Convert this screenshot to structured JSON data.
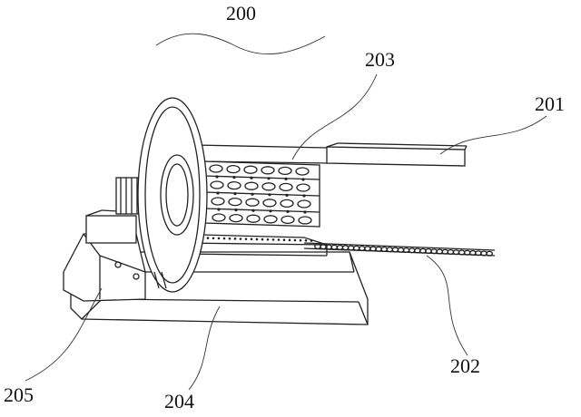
{
  "labels": {
    "assembly": "200",
    "part_201": "201",
    "part_202": "202",
    "part_203": "203",
    "part_204": "204",
    "part_205": "205"
  },
  "colors": {
    "line": "#222222",
    "background": "#ffffff"
  }
}
